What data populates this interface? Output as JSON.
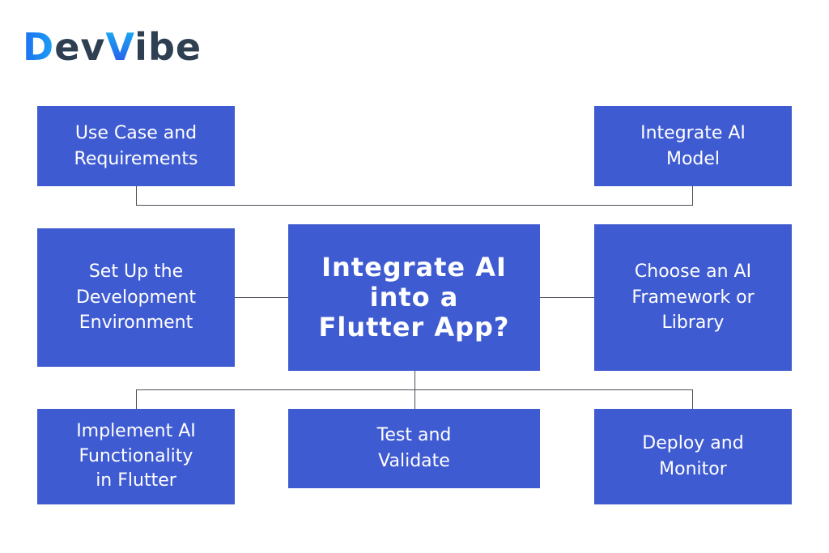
{
  "brand": {
    "logo_d": "D",
    "logo_ev": "ev",
    "logo_v": "V",
    "logo_ibe": "ibe",
    "colors": {
      "gradient_start": "#1e6ff0",
      "gradient_end": "#1aa0f5",
      "text_dark": "#2f3f52"
    }
  },
  "diagram": {
    "center": "Integrate AI\ninto a\nFlutter App?",
    "steps": {
      "use_case": "Use Case and\nRequirements",
      "integrate_model": "Integrate AI\nModel",
      "setup_env": "Set Up the\nDevelopment\nEnvironment",
      "choose_framework": "Choose an AI\nFramework or\nLibrary",
      "implement": "Implement AI\nFunctionality\nin Flutter",
      "test": "Test and\nValidate",
      "deploy": "Deploy and\nMonitor"
    },
    "colors": {
      "box_fill": "#3f5bd1",
      "box_text": "#ffffff",
      "connector": "#4a4f58"
    }
  }
}
